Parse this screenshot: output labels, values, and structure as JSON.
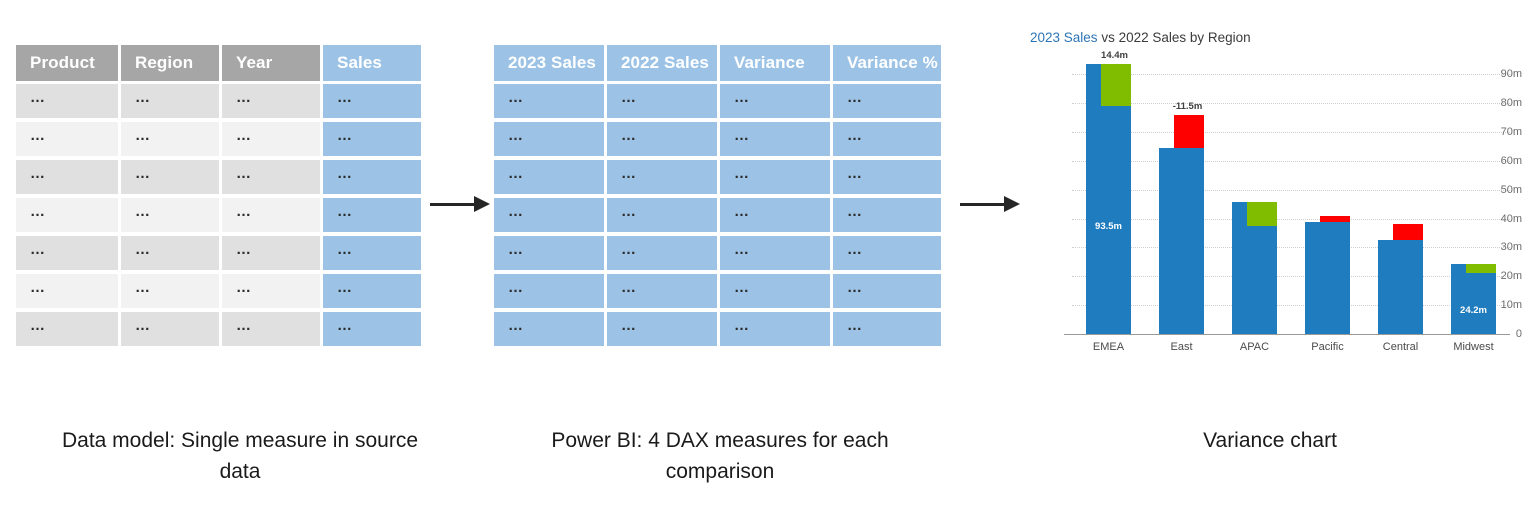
{
  "panels": {
    "source_table": {
      "columns": [
        "Product",
        "Region",
        "Year",
        "Sales"
      ],
      "accent_column_index": 3,
      "row_count": 7,
      "cell_text": "…",
      "header_bg": "#a6a6a6",
      "accent_bg": "#9cc3e5",
      "row_bg_odd": "#e0e0e0",
      "row_bg_even": "#f2f2f2"
    },
    "measures_table": {
      "columns": [
        "2023 Sales",
        "2022 Sales",
        "Variance",
        "Variance %"
      ],
      "row_count": 7,
      "cell_text": "…",
      "header_bg": "#9cc3e5",
      "cell_bg": "#9cc3e5"
    }
  },
  "arrows": [
    {
      "name": "arrow-source-to-measures"
    },
    {
      "name": "arrow-measures-to-chart"
    }
  ],
  "captions": {
    "left": "Data model: Single measure in source data",
    "middle": "Power BI: 4 DAX measures for each comparison",
    "right": "Variance chart"
  },
  "chart_data": {
    "type": "bar",
    "title": "2023 Sales vs 2022 Sales by Region",
    "title_highlight": "2023 Sales",
    "title_rest": " vs 2022 Sales by Region",
    "xlabel": "",
    "ylabel": "",
    "ylim": [
      0,
      95
    ],
    "grid": true,
    "legend": "none",
    "ytick_values": [
      0,
      10,
      20,
      30,
      40,
      50,
      60,
      70,
      80,
      90
    ],
    "ytick_labels": [
      "0",
      "10m",
      "20m",
      "30m",
      "40m",
      "50m",
      "60m",
      "70m",
      "80m",
      "90m"
    ],
    "categories": [
      "EMEA",
      "East",
      "APAC",
      "Pacific",
      "Central",
      "Midwest"
    ],
    "series": [
      {
        "name": "2023 Sales",
        "color": "#1f7cbf",
        "values": [
          93.5,
          64.4,
          45.9,
          38.7,
          32.7,
          24.2
        ]
      },
      {
        "name": "Variance",
        "color_positive": "#80bc00",
        "color_negative": "#ff0000",
        "values": [
          14.4,
          -11.5,
          8.3,
          -2.2,
          -5.5,
          3.1
        ]
      }
    ],
    "prior_year_values": [
      79.1,
      75.9,
      37.6,
      40.9,
      38.2,
      21.1
    ],
    "data_labels": [
      {
        "category": "EMEA",
        "text": "14.4m",
        "position": "outside-top"
      },
      {
        "category": "East",
        "text": "-11.5m",
        "position": "outside-top"
      },
      {
        "category": "EMEA",
        "text": "93.5m",
        "position": "inside"
      },
      {
        "category": "Midwest",
        "text": "24.2m",
        "position": "inside"
      }
    ],
    "colors": {
      "bar": "#1f7cbf",
      "positive_variance": "#80bc00",
      "negative_variance": "#ff0000",
      "gridline": "#cfcfcf",
      "axis": "#9a9a9a",
      "title_accent": "#2e75b6"
    }
  }
}
